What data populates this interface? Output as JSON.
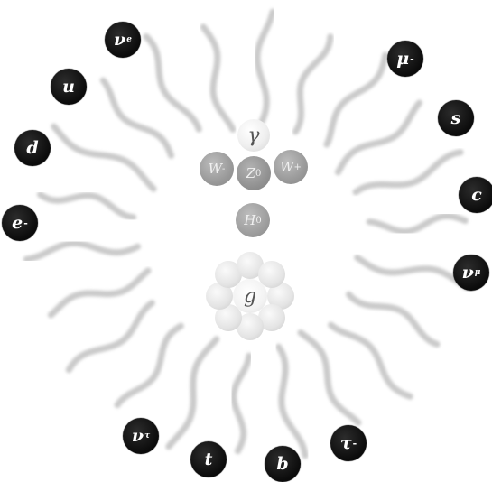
{
  "diagram": {
    "fermions": [
      {
        "id": "nu-e",
        "symbol": "ν",
        "sub": "e",
        "sup": ""
      },
      {
        "id": "u",
        "symbol": "u",
        "sub": "",
        "sup": ""
      },
      {
        "id": "d",
        "symbol": "d",
        "sub": "",
        "sup": ""
      },
      {
        "id": "electron",
        "symbol": "e",
        "sub": "",
        "sup": "-"
      },
      {
        "id": "muon",
        "symbol": "μ",
        "sub": "",
        "sup": "-"
      },
      {
        "id": "s",
        "symbol": "s",
        "sub": "",
        "sup": ""
      },
      {
        "id": "c",
        "symbol": "c",
        "sub": "",
        "sup": ""
      },
      {
        "id": "nu-mu",
        "symbol": "ν",
        "sub": "μ",
        "sup": ""
      },
      {
        "id": "tau",
        "symbol": "τ",
        "sub": "",
        "sup": "-"
      },
      {
        "id": "b",
        "symbol": "b",
        "sub": "",
        "sup": ""
      },
      {
        "id": "t",
        "symbol": "t",
        "sub": "",
        "sup": ""
      },
      {
        "id": "nu-tau",
        "symbol": "ν",
        "sub": "τ",
        "sup": ""
      }
    ],
    "bosons": {
      "photon": {
        "symbol": "γ",
        "sup": ""
      },
      "w_minus": {
        "symbol": "W",
        "sup": "-"
      },
      "z_zero": {
        "symbol": "Z",
        "sup": "0"
      },
      "w_plus": {
        "symbol": "W",
        "sup": "+"
      },
      "higgs": {
        "symbol": "H",
        "sup": "0"
      },
      "gluon": {
        "symbol": "g",
        "sup": ""
      }
    },
    "colors": {
      "fermion_fill": "#0b0b0b",
      "fermion_text": "#ffffff",
      "wave": "#b9b9b9",
      "background": "#ffffff"
    }
  }
}
